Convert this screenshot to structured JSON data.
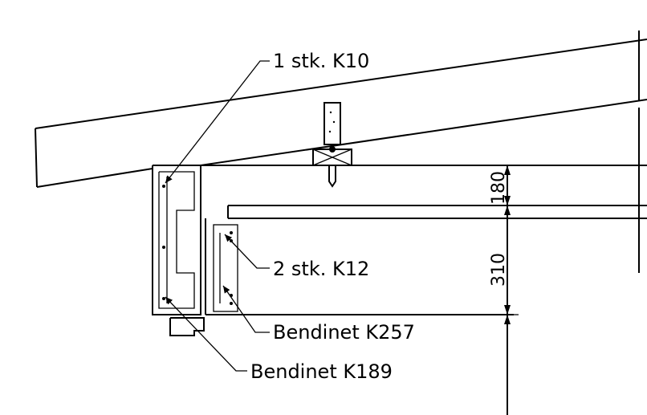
{
  "labels": {
    "k10": "1 stk. K10",
    "k12": "2 stk. K12",
    "k257": "Bendinet K257",
    "k189": "Bendinet K189"
  },
  "dimensions": {
    "upper": "180",
    "lower": "310"
  }
}
